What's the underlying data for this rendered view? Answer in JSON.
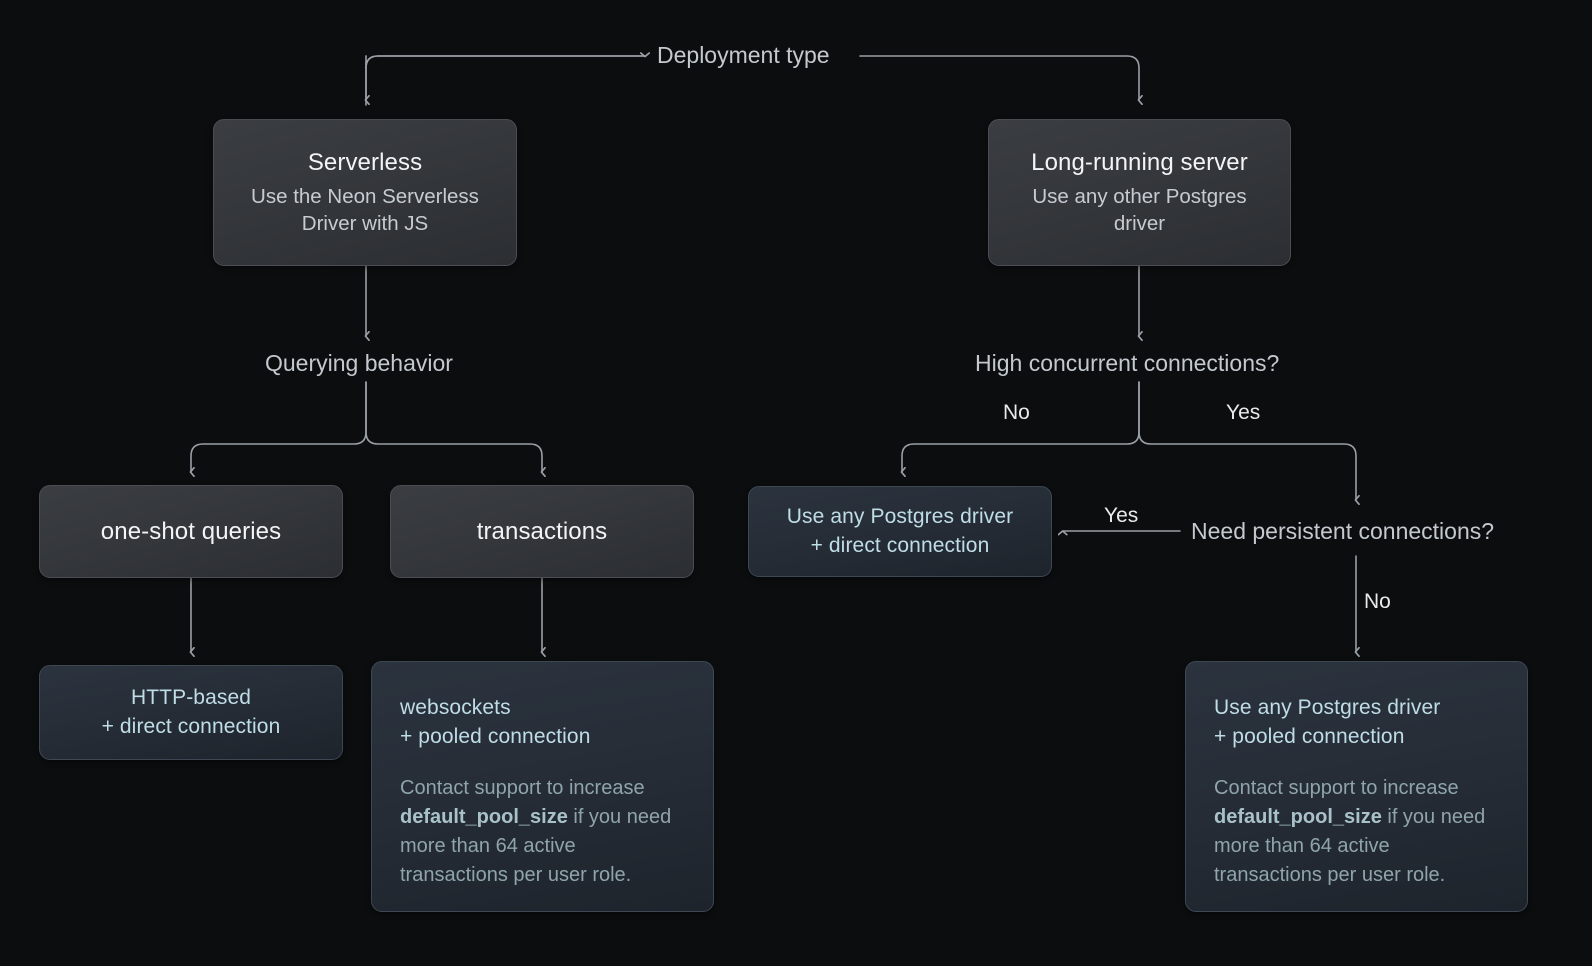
{
  "diagram": {
    "title": "Deployment type",
    "theme": {
      "background": "#0b0d0e",
      "edge": "#9aa0a6",
      "node_gray_fill": "#35383c",
      "node_gray_border": "#4a4e53",
      "node_blue_fill": "#262d37",
      "node_blue_border": "#3d4854",
      "title_text": "#f2f4f6",
      "sub_text": "#c7ccd2",
      "accent_text": "#bfdde6",
      "body_text": "#8fa4ab",
      "edge_label_text": "#e8eaec"
    },
    "decision_labels": {
      "querying_behavior": "Querying behavior",
      "high_concurrent": "High concurrent connections?",
      "need_persistent": "Need persistent connections?"
    },
    "edge_labels": {
      "concurrent_no": "No",
      "concurrent_yes": "Yes",
      "persistent_yes": "Yes",
      "persistent_no": "No"
    },
    "nodes": {
      "serverless": {
        "title": "Serverless",
        "subtitle": "Use the Neon Serverless Driver with JS"
      },
      "long_running": {
        "title": "Long-running server",
        "subtitle": "Use any other Postgres driver"
      },
      "one_shot": {
        "title": "one-shot queries"
      },
      "transactions": {
        "title": "transactions"
      },
      "http_direct": {
        "title": "HTTP-based\n+ direct connection"
      },
      "websockets_pooled": {
        "title": "websockets\n+ pooled connection",
        "body_pre": "Contact support to increase ",
        "body_code": "default_pool_size",
        "body_post": " if you need more than 64 active transactions per user role."
      },
      "driver_direct": {
        "title": "Use any Postgres driver\n+ direct connection"
      },
      "driver_pooled": {
        "title": "Use any Postgres driver\n+ pooled connection",
        "body_pre": "Contact support to increase ",
        "body_code": "default_pool_size",
        "body_post": " if you need more than 64 active transactions per user role."
      }
    }
  }
}
